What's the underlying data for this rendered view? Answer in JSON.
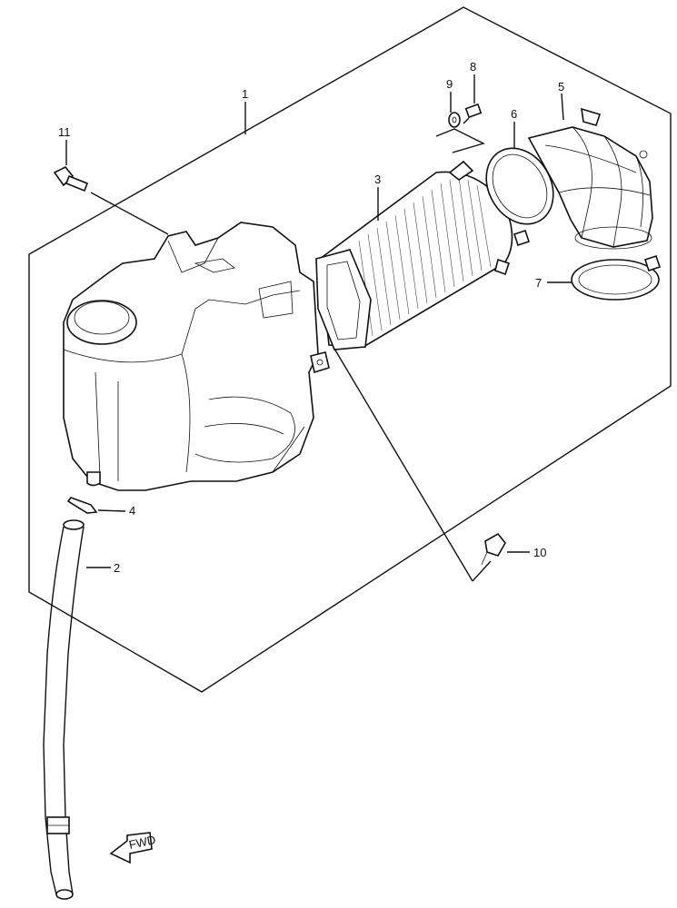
{
  "diagram": {
    "callouts": {
      "c1": "1",
      "c2": "2",
      "c3": "3",
      "c4": "4",
      "c5": "5",
      "c6": "6",
      "c7": "7",
      "c8": "8",
      "c9": "9",
      "c10": "10",
      "c11": "11"
    },
    "fwd_label": "FWD"
  }
}
